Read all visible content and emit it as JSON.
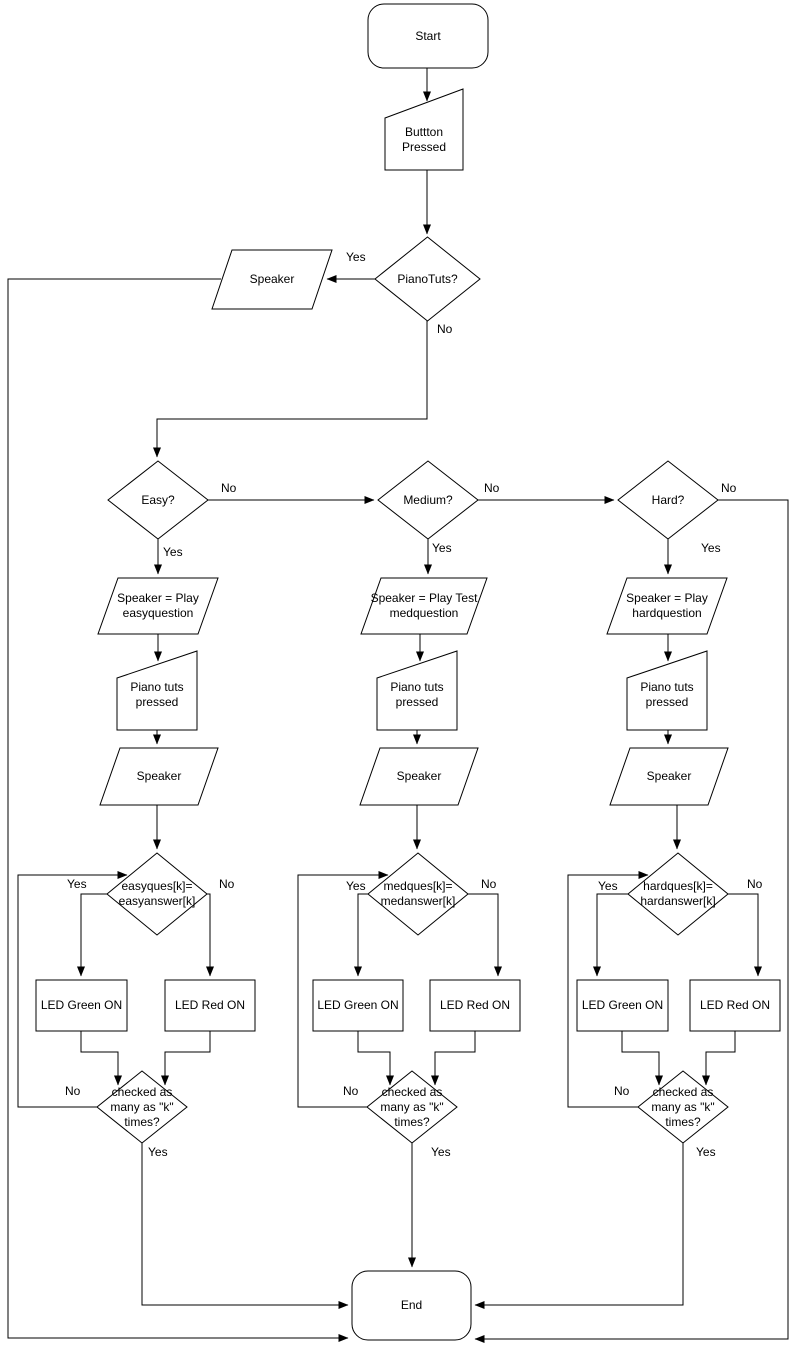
{
  "nodes": {
    "start": "Start",
    "button_pressed": "Buttton\nPressed",
    "pianotuts": "PianoTuts?",
    "speaker_top": "Speaker",
    "easy": "Easy?",
    "medium": "Medium?",
    "hard": "Hard?",
    "play_easy": "Speaker = Play\neasyquestion",
    "play_med": "Speaker = Play Test\nmedquestion",
    "play_hard": "Speaker = Play\nhardquestion",
    "tuts_easy": "Piano tuts\npressed",
    "tuts_med": "Piano tuts\npressed",
    "tuts_hard": "Piano tuts\npressed",
    "speaker_easy": "Speaker",
    "speaker_med": "Speaker",
    "speaker_hard": "Speaker",
    "q_easy": "easyques[k]=\neasyanswer[k]",
    "q_med": "medques[k]=\nmedanswer[k]",
    "q_hard": "hardques[k]=\nhardanswer[k]",
    "green_easy": "LED Green ON",
    "red_easy": "LED Red ON",
    "green_med": "LED Green ON",
    "red_med": "LED Red ON",
    "green_hard": "LED Green ON",
    "red_hard": "LED Red ON",
    "chk_easy": "checked as\nmany as \"k\"\ntimes?",
    "chk_med": "checked as\nmany as \"k\"\ntimes?",
    "chk_hard": "checked as\nmany as \"k\"\ntimes?",
    "end": "End"
  },
  "edge_labels": {
    "pianotuts_yes": "Yes",
    "pianotuts_no": "No",
    "easy_no": "No",
    "easy_yes": "Yes",
    "medium_no": "No",
    "medium_yes": "Yes",
    "hard_no": "No",
    "hard_yes": "Yes",
    "q_easy_yes": "Yes",
    "q_easy_no": "No",
    "q_med_yes": "Yes",
    "q_med_no": "No",
    "q_hard_yes": "Yes",
    "q_hard_no": "No",
    "chk_easy_no": "No",
    "chk_easy_yes": "Yes",
    "chk_med_no": "No",
    "chk_med_yes": "Yes",
    "chk_hard_no": "No",
    "chk_hard_yes": "Yes"
  },
  "colors": {
    "stroke": "#000000",
    "background": "#ffffff"
  }
}
